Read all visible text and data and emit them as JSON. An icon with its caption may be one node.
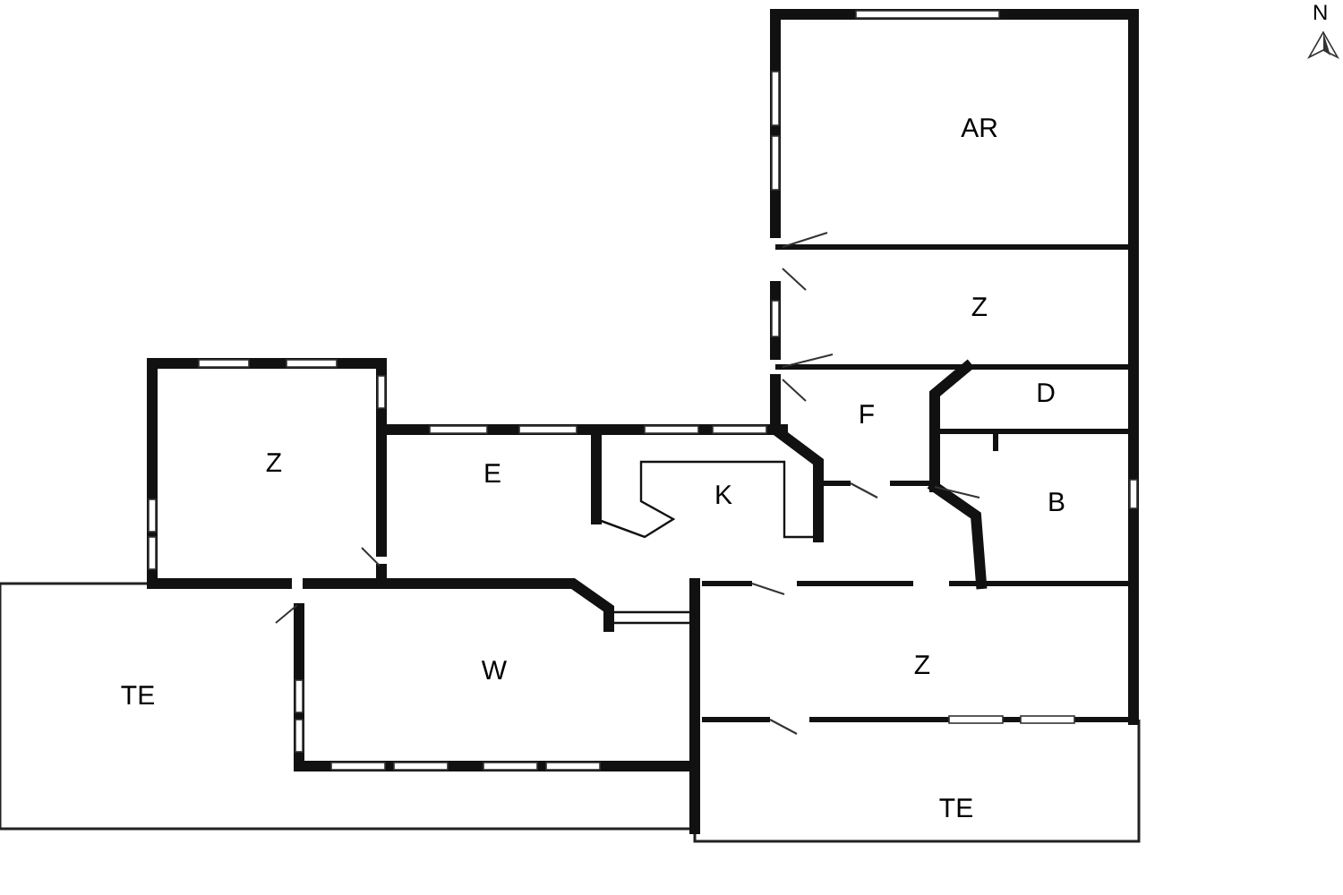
{
  "diagram": {
    "nodes": [
      {
        "text": [
          "AR"
        ]
      },
      {
        "text": [
          "Z"
        ]
      },
      {
        "text": [
          "F"
        ]
      },
      {
        "text": [
          "D"
        ]
      },
      {
        "text": [
          "Z"
        ]
      },
      {
        "text": [
          "E"
        ]
      },
      {
        "text": [
          "K"
        ]
      },
      {
        "text": [
          "B"
        ]
      },
      {
        "text": [
          "W"
        ]
      },
      {
        "text": [
          "Z"
        ]
      },
      {
        "text": [
          "TE"
        ]
      },
      {
        "text": [
          "TE"
        ]
      }
    ],
    "labels": [
      "N"
    ]
  }
}
